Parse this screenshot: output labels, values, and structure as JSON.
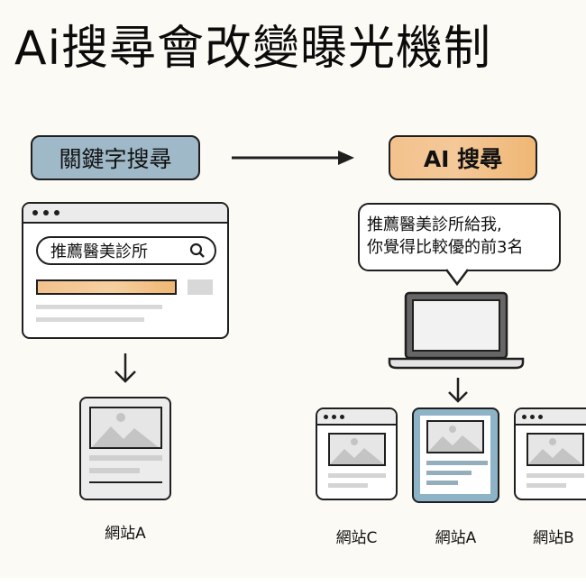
{
  "title": "Ai搜尋會改變曝光機制",
  "left": {
    "heading": "關鍵字搜尋",
    "search_query": "推薦醫美診所",
    "search_icon": "magnifier-icon",
    "result_label": "網站A"
  },
  "right": {
    "heading": "AI 搜尋",
    "prompt_lines": [
      "推薦醫美診所給我,",
      "你覺得比較優的前3名"
    ],
    "device_icon": "laptop-icon",
    "results": [
      {
        "label": "網站C",
        "highlighted": false
      },
      {
        "label": "網站A",
        "highlighted": true
      },
      {
        "label": "網站B",
        "highlighted": false
      }
    ]
  },
  "colors": {
    "background": "#fcfaf5",
    "keyword_pill": "#9fb9c8",
    "ai_pill": "#f3c28d",
    "highlight_bar": "#f2bf85",
    "highlight_card": "#8fb3c6"
  }
}
